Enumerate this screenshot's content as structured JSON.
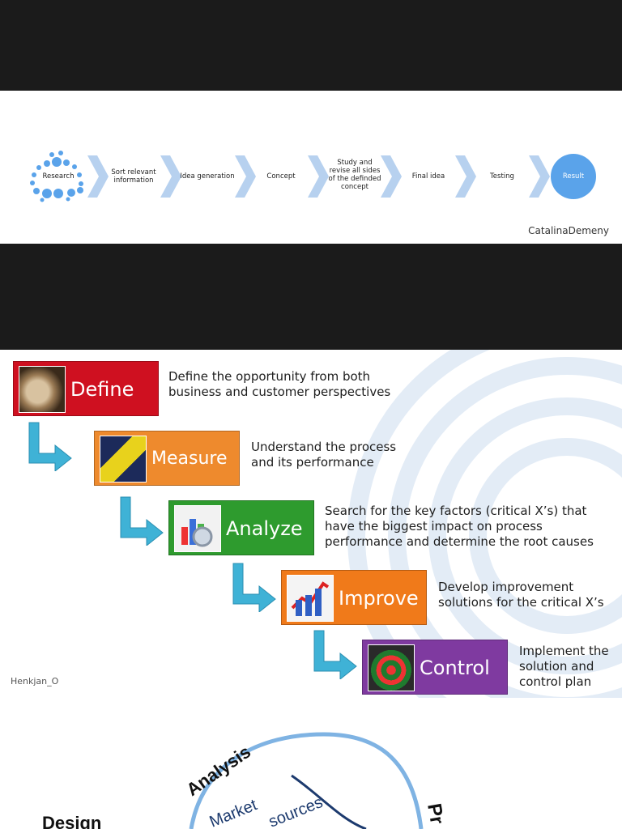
{
  "process": {
    "steps": [
      "Research",
      "Sort relevant information",
      "Idea generation",
      "Concept",
      "Study and revise all sides of the definded concept",
      "Final idea",
      "Testing",
      "Result"
    ],
    "credit": "CatalinaDemeny",
    "accent_color": "#5aa3ea",
    "chevron_color": "#b7d1ef"
  },
  "dmaic": {
    "stages": [
      {
        "label": "Define",
        "desc": [
          "Define the opportunity from both",
          "business and customer perspectives"
        ],
        "color": "#cf1020"
      },
      {
        "label": "Measure",
        "desc": [
          "Understand the process",
          "and its performance"
        ],
        "color": "#ee8a2d"
      },
      {
        "label": "Analyze",
        "desc": [
          "Search for the key factors (critical X’s) that",
          "have the biggest impact on process",
          "performance and determine the root causes"
        ],
        "color": "#2e9b2e"
      },
      {
        "label": "Improve",
        "desc": [
          "Develop improvement",
          "solutions for the critical X’s"
        ],
        "color": "#f07a1a"
      },
      {
        "label": "Control",
        "desc": [
          "Implement the",
          "solution and",
          "control plan"
        ],
        "color": "#7f3aa0"
      }
    ],
    "credit": "Henkjan_O",
    "arrow_color": "#3fb2d6"
  },
  "cycle": {
    "labels": {
      "analysis": "Analysis",
      "design": "Design",
      "market": "Market",
      "sources": "sources",
      "pr": "Pr"
    },
    "ring_color": "#7fb3e3"
  }
}
